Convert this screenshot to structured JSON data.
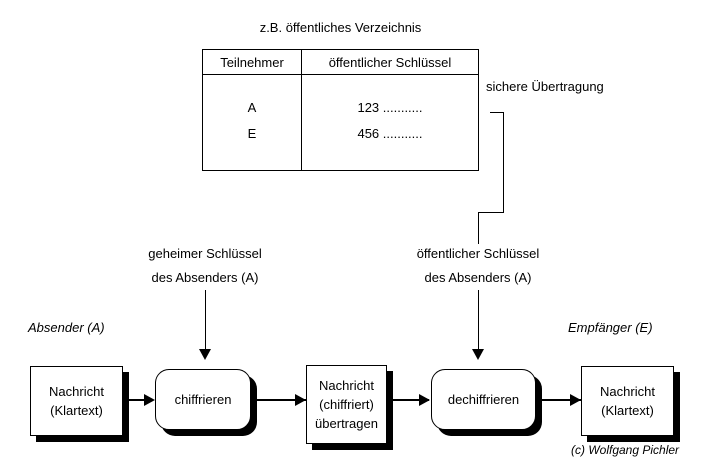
{
  "diagram": {
    "title": "z.B. öffentliches Verzeichnis",
    "credit": "(c) Wolfgang Pichler"
  },
  "table": {
    "headers": [
      "Teilnehmer",
      "öffentlicher Schlüssel"
    ],
    "rows": [
      {
        "participant": "A",
        "key": "123 ..........."
      },
      {
        "participant": "E",
        "key": "456 ..........."
      }
    ]
  },
  "labels": {
    "secure_transfer": "sichere Übertragung",
    "secret_key_line1": "geheimer Schlüssel",
    "secret_key_line2": "des Absenders (A)",
    "public_key_line1": "öffentlicher Schlüssel",
    "public_key_line2": "des Absenders (A)",
    "sender": "Absender (A)",
    "receiver": "Empfänger (E)"
  },
  "flow": {
    "message_plain_left_line1": "Nachricht",
    "message_plain_left_line2": "(Klartext)",
    "encrypt": "chiffrieren",
    "message_cipher_line1": "Nachricht",
    "message_cipher_line2": "(chiffriert)",
    "message_cipher_line3": "übertragen",
    "decrypt": "dechiffrieren",
    "message_plain_right_line1": "Nachricht",
    "message_plain_right_line2": "(Klartext)"
  },
  "colors": {
    "stroke": "#000000",
    "fill": "#ffffff"
  }
}
